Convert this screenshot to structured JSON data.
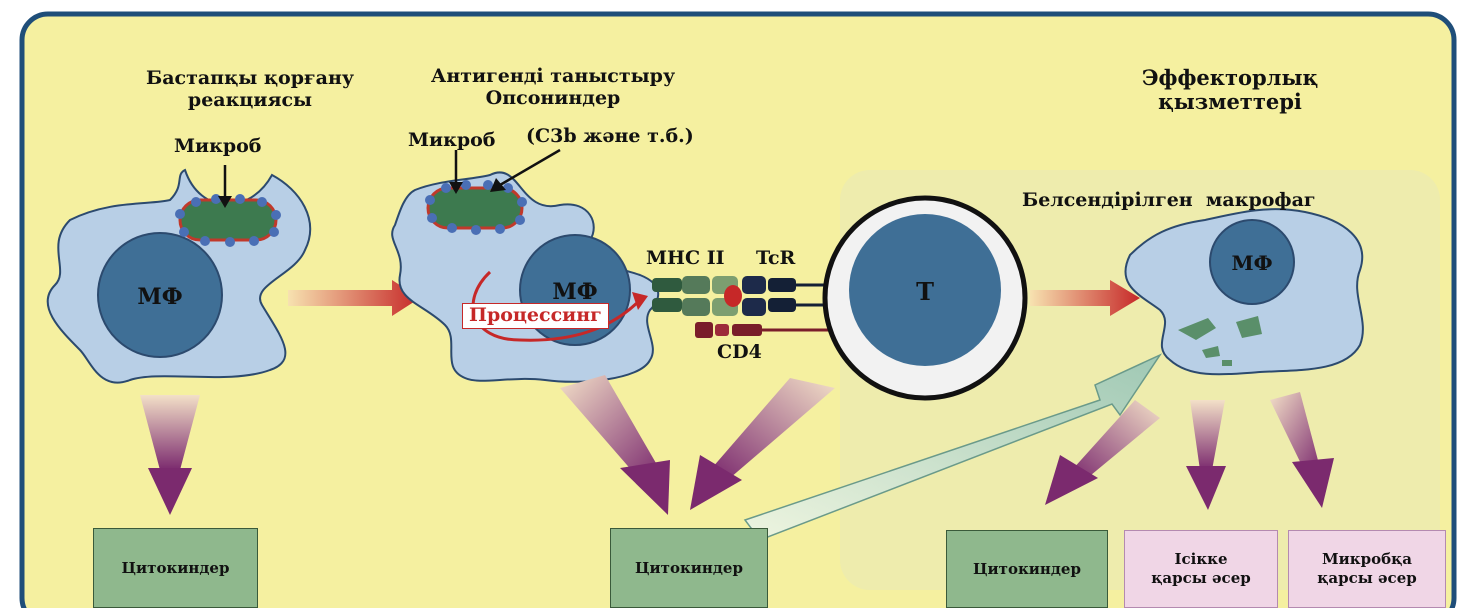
{
  "colors": {
    "panel_bg": "#f5f0a0",
    "panel_border": "#1f4e79",
    "cell_fill": "#b8cfe6",
    "cell_stroke": "#2c4a6e",
    "nucleus": "#3f6f96",
    "microbe": "#3d7a4f",
    "microbe_outline": "#c0392b",
    "opsonin": "#4a6fb5",
    "red_arrow": "#c62828",
    "purple_arrow": "#7b2a6e",
    "green_box": "#8fb88d",
    "pink_box": "#f0d6e6"
  },
  "stage1": {
    "title_line1": "Бастапқы қорғану",
    "title_line2": "реакциясы",
    "microbe_label": "Микроб",
    "cell_label": "МФ"
  },
  "stage2": {
    "title_line1": "Антигенді таныстыру",
    "title_line2": "Опсониндер",
    "microbe_label": "Микроб",
    "opsonin_label": "(C3b және т.б.)",
    "cell_label": "МФ",
    "processing_label": "Процессинг",
    "mhc_label": "MHC II",
    "tcr_label": "TcR",
    "cd4_label": "CD4",
    "t_cell_label": "T"
  },
  "stage3": {
    "title_line1": "Эффекторлық",
    "title_line2": "қызметтері",
    "activated_label": "Белсендірілген  макрофаг",
    "cell_label": "МФ"
  },
  "boxes": {
    "cyto1": "Цитокиндер",
    "cyto2": "Цитокиндер",
    "cyto3": "Цитокиндер",
    "anti_inflam_line1": "Ісікке",
    "anti_inflam_line2": "қарсы әсер",
    "antimicrobial_line1": "Микробқа",
    "antimicrobial_line2": "қарсы әсер"
  }
}
